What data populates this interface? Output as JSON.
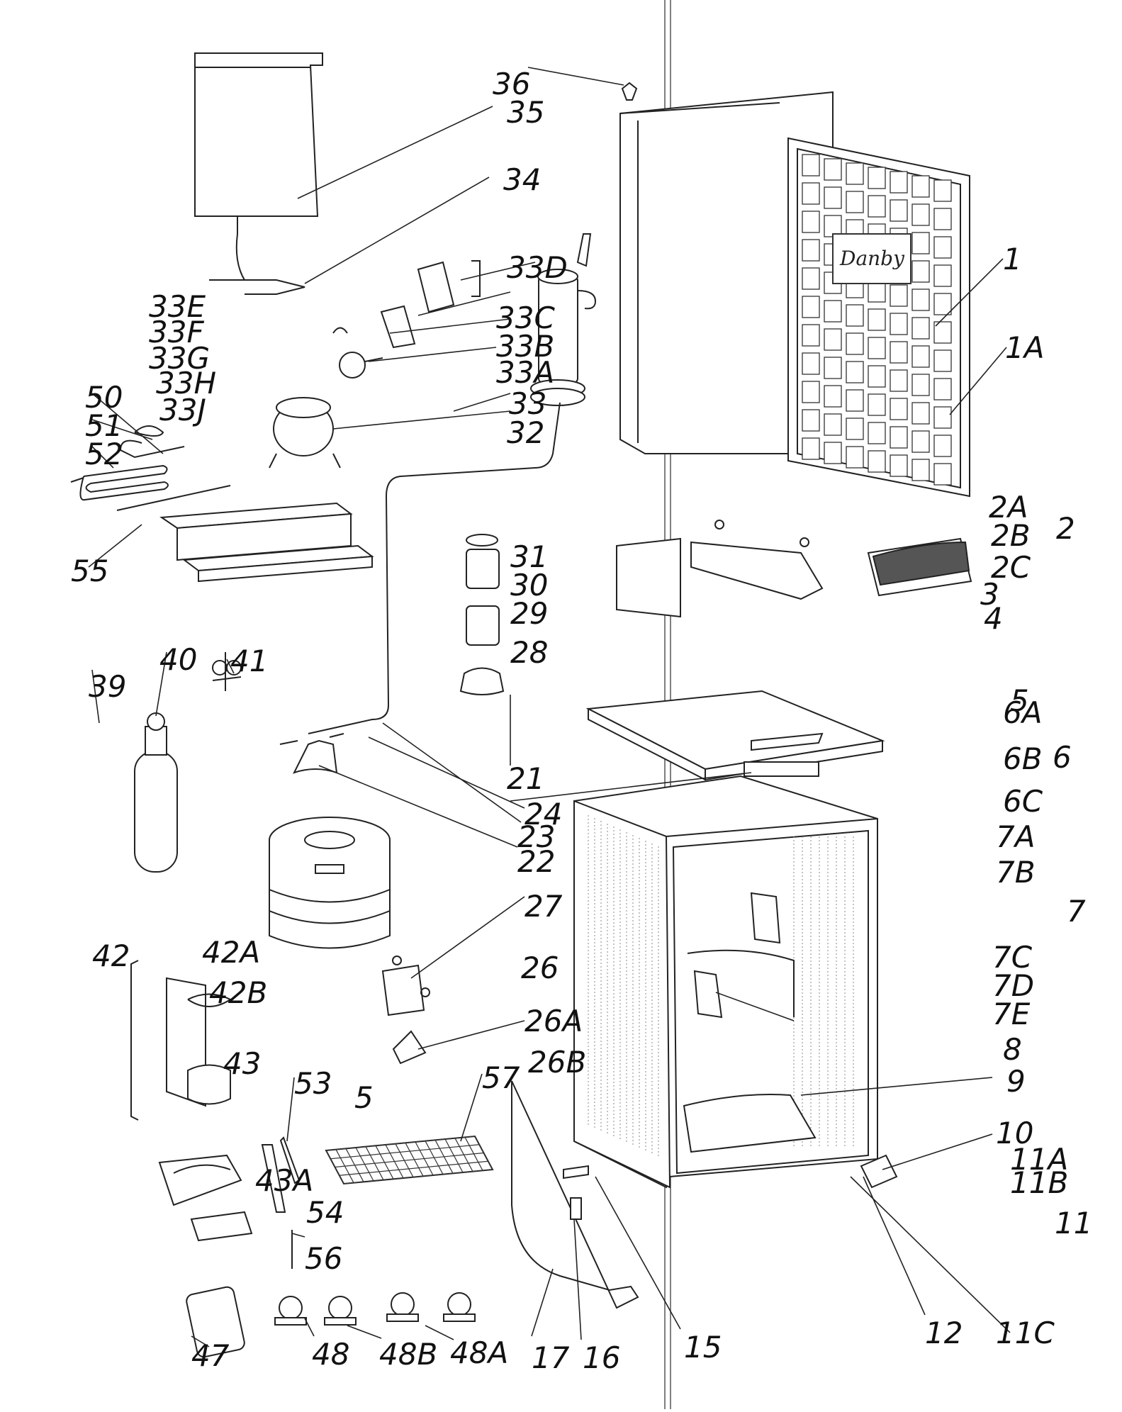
{
  "diagram": {
    "brand_logo": "Danby",
    "labels": [
      "1",
      "1A",
      "2",
      "2A",
      "2B",
      "2C",
      "3",
      "4",
      "5",
      "5",
      "6",
      "6A",
      "6B",
      "6C",
      "7",
      "7A",
      "7B",
      "7C",
      "7D",
      "7E",
      "8",
      "9",
      "10",
      "11",
      "11A",
      "11B",
      "11C",
      "12",
      "15",
      "16",
      "17",
      "21",
      "22",
      "23",
      "24",
      "26",
      "26A",
      "26B",
      "27",
      "28",
      "29",
      "30",
      "31",
      "32",
      "33",
      "33A",
      "33B",
      "33C",
      "33D",
      "33E",
      "33F",
      "33G",
      "33H",
      "33J",
      "34",
      "35",
      "36",
      "39",
      "40",
      "41",
      "42",
      "42A",
      "42B",
      "43",
      "43A",
      "47",
      "48",
      "48A",
      "48B",
      "50",
      "51",
      "52",
      "53",
      "54",
      "55",
      "56",
      "57"
    ]
  }
}
